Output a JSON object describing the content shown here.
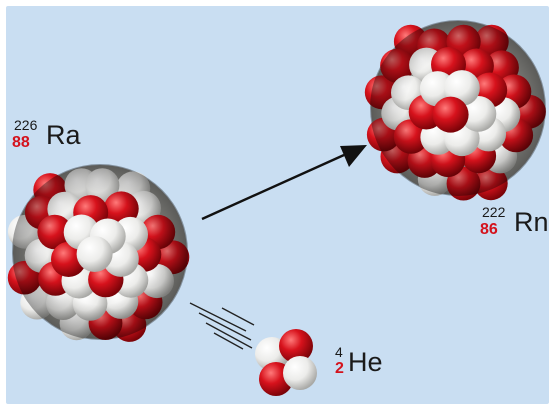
{
  "colors": {
    "background": "#c9def2",
    "proton": "#d7121c",
    "neutron": "#f2f2ee",
    "atomic_number": "#d4121c",
    "text": "#1a1a1a"
  },
  "radium": {
    "mass_number": "226",
    "atomic_number": "88",
    "symbol": "Ra"
  },
  "radon": {
    "mass_number": "222",
    "atomic_number": "86",
    "symbol": "Rn"
  },
  "helium": {
    "mass_number": "4",
    "atomic_number": "2",
    "symbol": "He"
  }
}
